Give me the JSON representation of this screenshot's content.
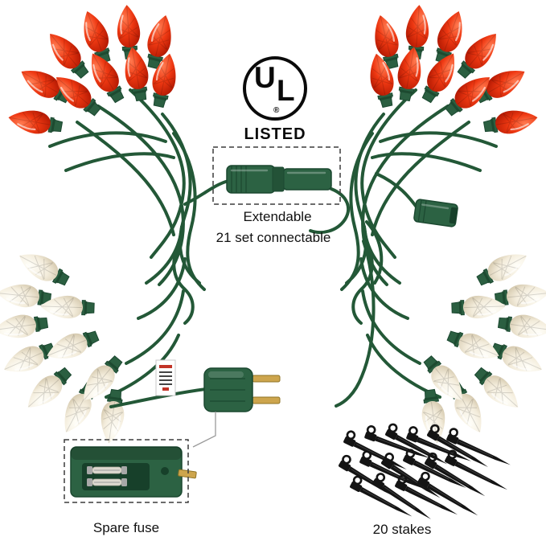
{
  "ul_mark": {
    "u": "U",
    "l": "L",
    "registered": "®",
    "listed": "LISTED"
  },
  "annotations": {
    "extendable_line1": "Extendable",
    "extendable_line2": "21 set connectable",
    "spare_fuse": "Spare fuse",
    "stakes": "20 stakes"
  },
  "colors": {
    "bulb_red": "#dd2e0f",
    "bulb_warm_white": "#f3ecdb",
    "cord_green": "#235837",
    "stake_black": "#141414"
  }
}
